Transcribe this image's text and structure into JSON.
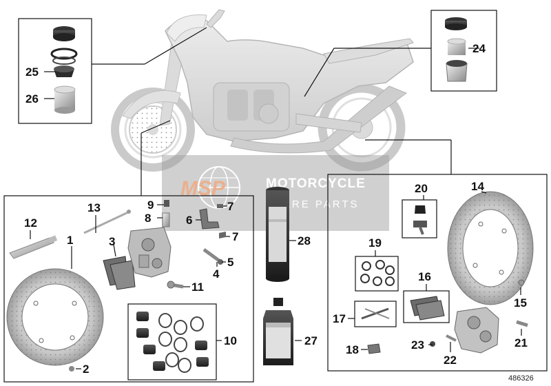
{
  "diagram": {
    "document_number": "486326",
    "watermark": {
      "logo_text": "MSP",
      "title": "MOTORCYCLE",
      "subtitle": "SPARE PARTS"
    },
    "callouts": {
      "c1": "1",
      "c2": "2",
      "c3": "3",
      "c4": "4",
      "c5": "5",
      "c6": "6",
      "c7a": "7",
      "c7b": "7",
      "c8": "8",
      "c9": "9",
      "c10": "10",
      "c11": "11",
      "c12": "12",
      "c13": "13",
      "c14": "14",
      "c15": "15",
      "c16": "16",
      "c17": "17",
      "c18": "18",
      "c19": "19",
      "c20": "20",
      "c21": "21",
      "c22": "22",
      "c23": "23",
      "c24": "24",
      "c25": "25",
      "c26": "26",
      "c27": "27",
      "c28": "28"
    }
  }
}
